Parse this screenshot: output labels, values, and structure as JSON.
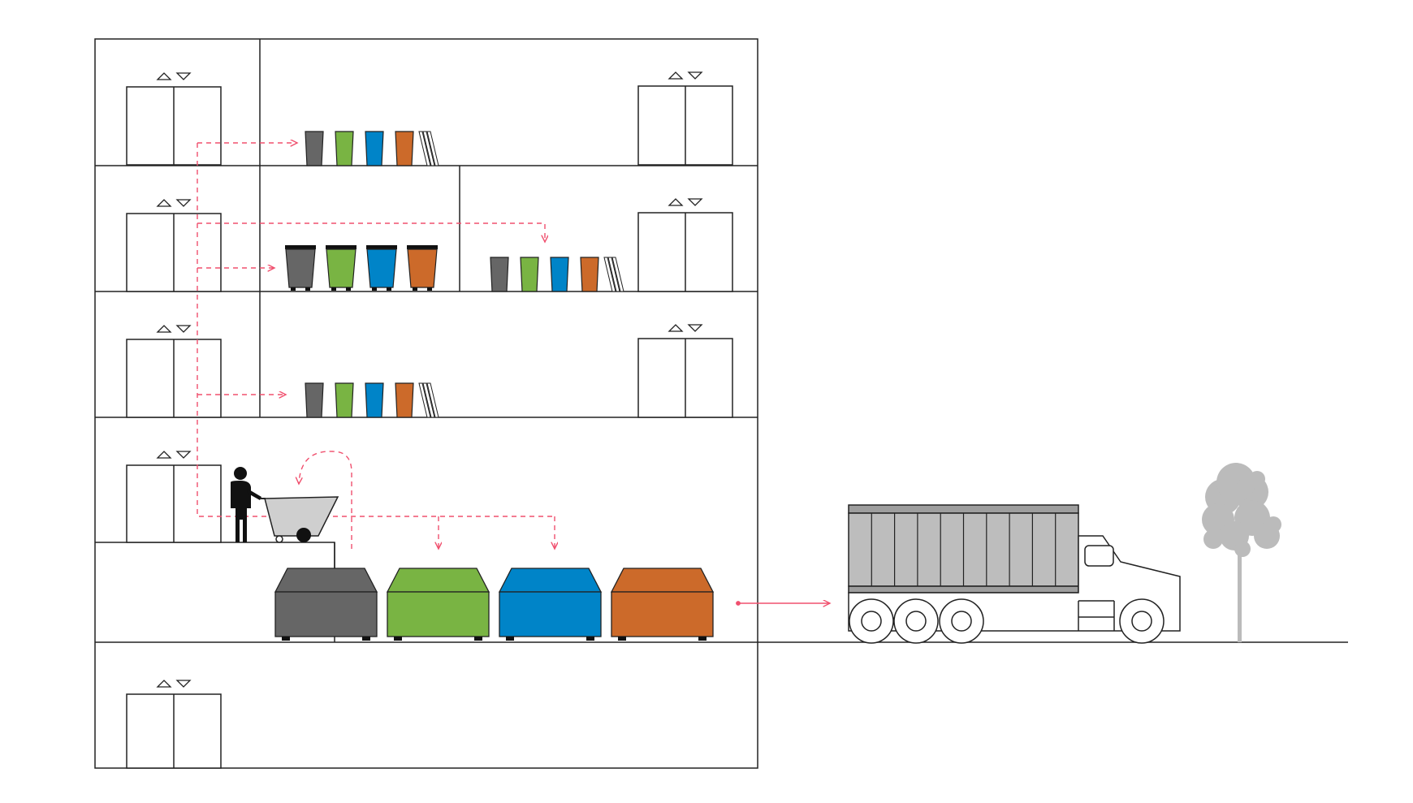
{
  "diagram": {
    "colors": {
      "line": "#222222",
      "route": "#f0506e",
      "landfill": "#666666",
      "organics": "#79b443",
      "recycling": "#0084c8",
      "paper": "#cc6a2a",
      "truck_body": "#bdbdbd",
      "tree": "#bbbbbb",
      "cart": "#cfcfcf",
      "person": "#111111"
    },
    "bin_streams": [
      "landfill",
      "organics",
      "recycling",
      "paper"
    ],
    "floors": [
      {
        "name": "floor-5",
        "has_bins": true,
        "bin_type": "small"
      },
      {
        "name": "floor-4",
        "has_bins": true,
        "bin_type": "wheeled-and-small"
      },
      {
        "name": "floor-3",
        "has_bins": true,
        "bin_type": "small"
      },
      {
        "name": "floor-2",
        "has_bins": false,
        "staff_with_cart": true
      },
      {
        "name": "ground-loading-dock",
        "has_dumpsters": true,
        "dumpster_count": 4
      },
      {
        "name": "basement",
        "has_bins": false
      }
    ],
    "icons": [
      "elevator-up-down-icon",
      "person-icon",
      "cart-icon",
      "truck-icon",
      "tree-icon",
      "paper-stack-icon"
    ]
  }
}
